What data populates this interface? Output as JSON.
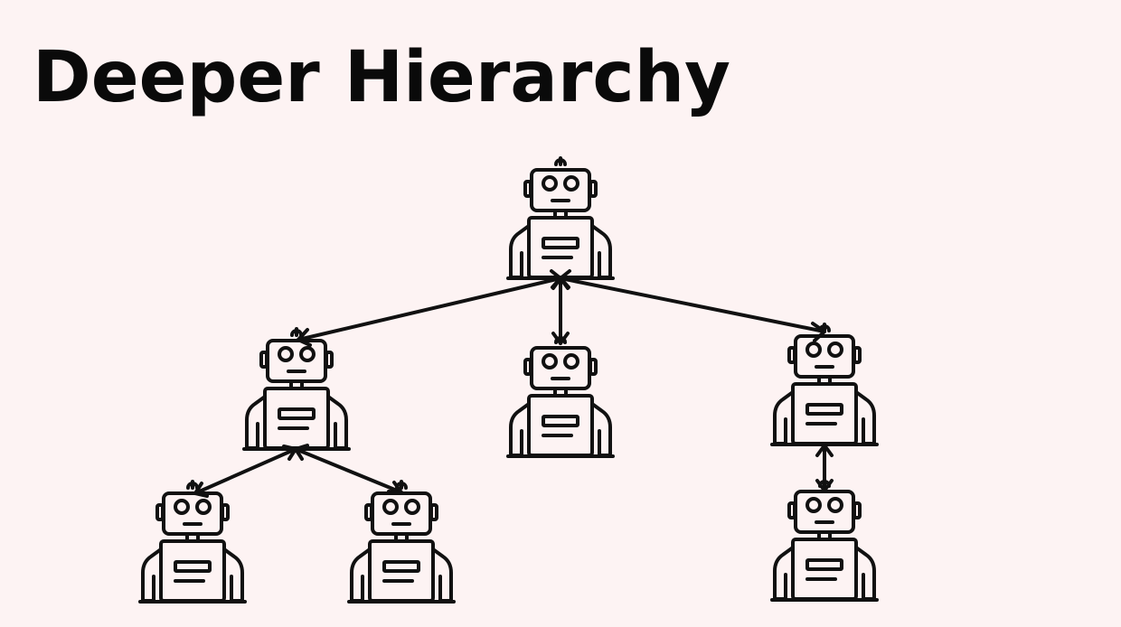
{
  "slide": {
    "title": "Deeper Hierarchy"
  },
  "diagram": {
    "node_icon": "robot-icon",
    "colors": {
      "stroke": "#111111",
      "background": "#fdf3f3",
      "title": "#0a0a0a"
    },
    "nodes": [
      {
        "id": "root"
      },
      {
        "id": "mid-left"
      },
      {
        "id": "mid-center"
      },
      {
        "id": "mid-right"
      },
      {
        "id": "leaf-left-1"
      },
      {
        "id": "leaf-left-2"
      },
      {
        "id": "leaf-right"
      }
    ],
    "edges": [
      {
        "from": "root",
        "to": "mid-left",
        "direction": "bidirectional"
      },
      {
        "from": "root",
        "to": "mid-center",
        "direction": "bidirectional"
      },
      {
        "from": "root",
        "to": "mid-right",
        "direction": "bidirectional"
      },
      {
        "from": "mid-left",
        "to": "leaf-left-1",
        "direction": "bidirectional"
      },
      {
        "from": "mid-left",
        "to": "leaf-left-2",
        "direction": "bidirectional"
      },
      {
        "from": "mid-right",
        "to": "leaf-right",
        "direction": "bidirectional"
      }
    ]
  }
}
